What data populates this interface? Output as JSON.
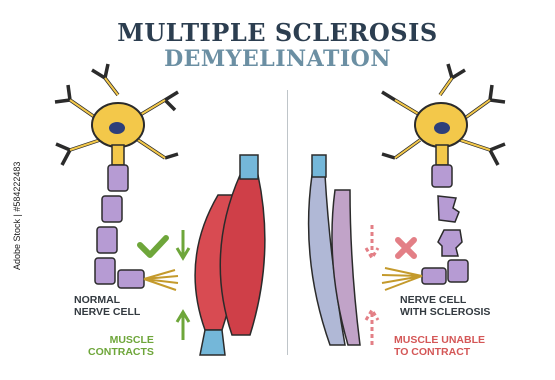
{
  "title_line1": "MULTIPLE SCLEROSIS",
  "title_line2": "DEMYELINATION",
  "left": {
    "cell_label_1": "NORMAL",
    "cell_label_2": "NERVE CELL",
    "muscle_label_1": "MUSCLE",
    "muscle_label_2": "CONTRACTS"
  },
  "right": {
    "cell_label_1": "NERVE CELL",
    "cell_label_2": "WITH SCLEROSIS",
    "muscle_label_1": "MUSCLE UNABLE",
    "muscle_label_2": "TO CONTRACT"
  },
  "stock_id": "Adobe Stock | #584222483",
  "colors": {
    "neuron": "#f3c84a",
    "myelin": "#b69bd3",
    "muscle": "#d84b52",
    "tendon": "#74b7d9",
    "check": "#6ea63a",
    "cross": "#e37f86"
  }
}
